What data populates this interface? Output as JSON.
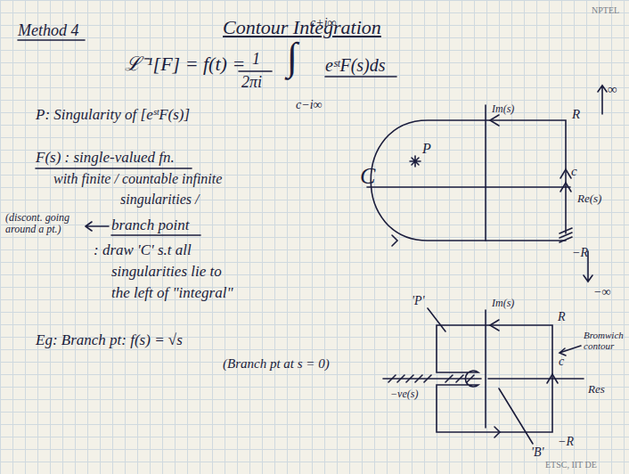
{
  "diagram": {
    "title": "Contour Integration",
    "labels": [
      "Method 4",
      "ℒ⁻¹[F] = f(t) =",
      "1",
      "2πi",
      "∫",
      "c+i∞",
      "c−i∞",
      "eˢᵗF(s)ds",
      "P: Singularity of [eˢᵗF(s)]",
      "F(s) : single-valued fn.",
      "with finite / countable infinite",
      "singularities /",
      "(discont. going around a pt.)",
      "branch point",
      ": draw 'C' s.t all",
      "singularities lie to",
      "the left of \"integral\"",
      "Eg: Branch pt: f(s) = √s",
      "(Branch pt at s = 0)",
      "Im(s)",
      "R",
      "∞",
      "C",
      "P",
      "c",
      "Re(s)",
      "−R",
      "−∞",
      "'P'",
      "Im(s)",
      "R",
      "c",
      "Res",
      "−R",
      "−ve(s)",
      "'B'",
      "Bromwich contour",
      "ETSC, IIT DE",
      "NPTEL"
    ]
  }
}
